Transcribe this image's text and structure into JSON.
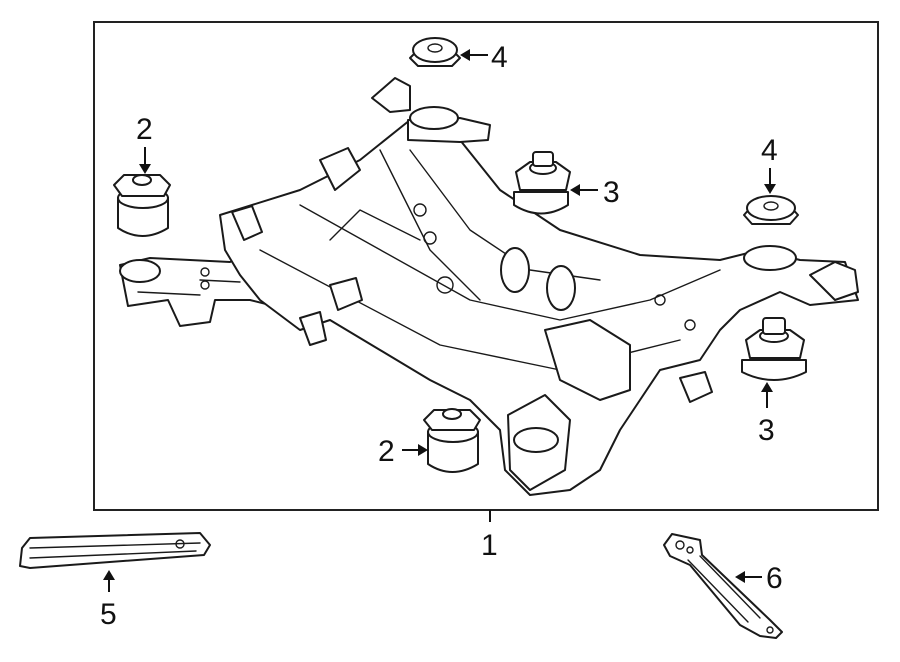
{
  "diagram": {
    "colors": {
      "line": "#1a1a1a",
      "background": "#ffffff",
      "frame": "#222222"
    },
    "callouts": [
      {
        "id": "c1",
        "label": "1"
      },
      {
        "id": "c2a",
        "label": "2"
      },
      {
        "id": "c2b",
        "label": "2"
      },
      {
        "id": "c3a",
        "label": "3"
      },
      {
        "id": "c3b",
        "label": "3"
      },
      {
        "id": "c4a",
        "label": "4"
      },
      {
        "id": "c4b",
        "label": "4"
      },
      {
        "id": "c5",
        "label": "5"
      },
      {
        "id": "c6",
        "label": "6"
      }
    ]
  }
}
